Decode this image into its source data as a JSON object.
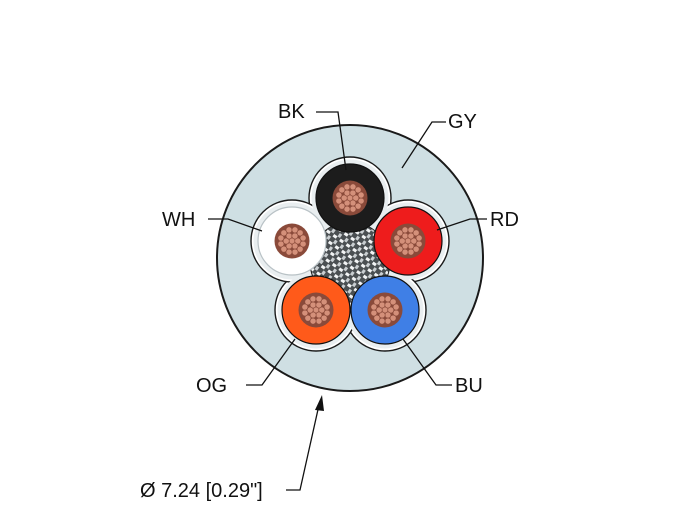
{
  "diagram": {
    "colors": {
      "jacket": "#cfdfe3",
      "jacket_stroke": "#1a1a1a",
      "shield": "#9ba3a7",
      "copper": "#d4907a",
      "copper_dark": "#8a4a3a"
    },
    "cores": [
      {
        "code": "BK",
        "insulation_color": "#1c1c1c"
      },
      {
        "code": "RD",
        "insulation_color": "#ee1c1c"
      },
      {
        "code": "BU",
        "insulation_color": "#3f7fe6"
      },
      {
        "code": "OG",
        "insulation_color": "#ff5a1a"
      },
      {
        "code": "WH",
        "insulation_color": "#ffffff"
      }
    ],
    "jacket_label": "GY",
    "diameter_label": "Ø 7.24 [0.29\"]"
  }
}
